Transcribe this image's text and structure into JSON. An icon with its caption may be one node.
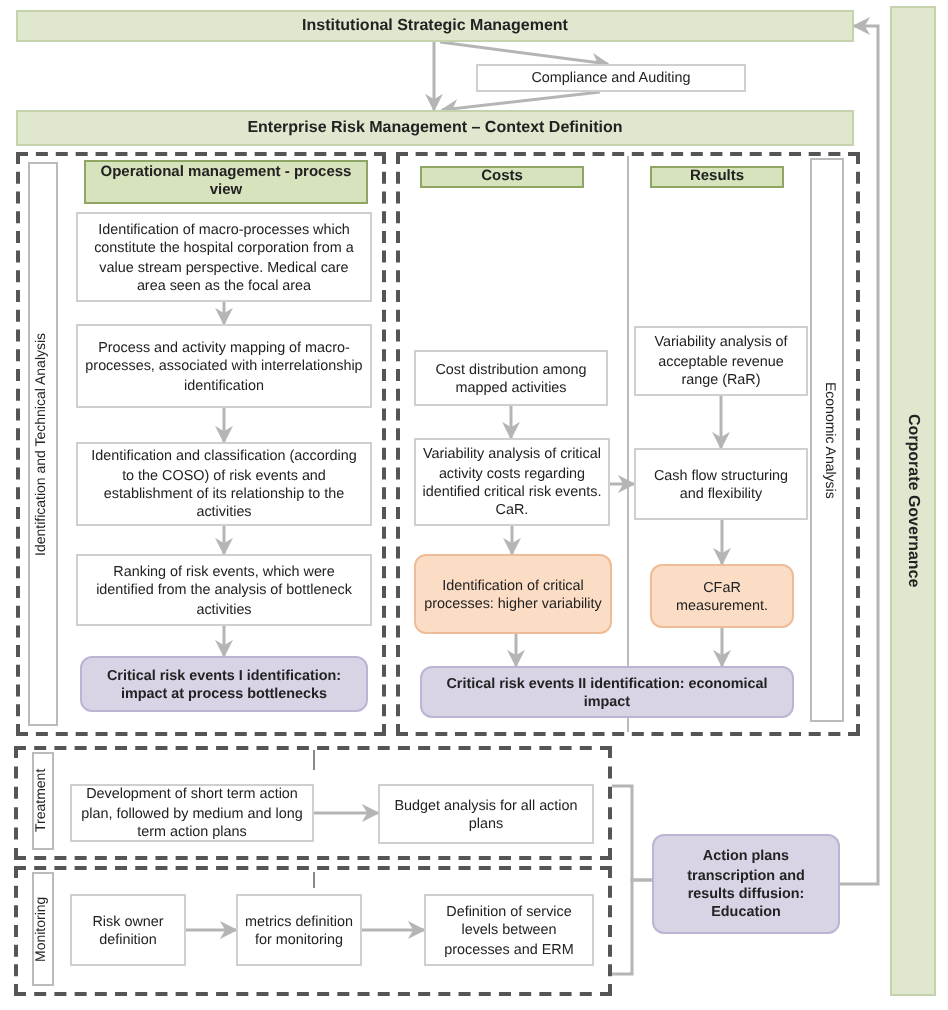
{
  "diagram": {
    "nodes": [
      {
        "text": [
          "Institutional Strategic Management"
        ]
      },
      {
        "text": [
          "Compliance and Auditing"
        ]
      },
      {
        "text": [
          "Enterprise Risk Management – Context Definition"
        ]
      },
      {
        "text": [
          "Corporate Governance"
        ]
      },
      {
        "text": [
          "Identification and Technical Analysis"
        ]
      },
      {
        "text": [
          "Operational management - process view"
        ],
        "in": 4
      },
      {
        "text": [
          "Identification of macro-processes which constitute the hospital corporation from a value stream perspective. Medical care area seen as the focal area"
        ],
        "in": 4
      },
      {
        "text": [
          "Process and activity mapping of macro-processes, associated with interrelationship identification"
        ],
        "in": 4
      },
      {
        "text": [
          "Identification and classification (according to the COSO) of risk events and establishment of its relationship to the activities"
        ],
        "in": 4
      },
      {
        "text": [
          "Ranking of risk events, which were identified from the analysis of bottleneck activities"
        ],
        "in": 4
      },
      {
        "text": [
          "Critical risk events I identification: impact at process bottlenecks"
        ],
        "in": 4
      },
      {
        "text": [
          "Economic Analysis"
        ]
      },
      {
        "text": [
          "Costs"
        ],
        "in": 11
      },
      {
        "text": [
          "Results"
        ],
        "in": 11
      },
      {
        "text": [
          "Cost distribution among mapped activities"
        ],
        "in": 11
      },
      {
        "text": [
          "Variability analysis of acceptable revenue range (RaR)"
        ],
        "in": 11
      },
      {
        "text": [
          "Variability analysis of critical activity costs regarding identified critical risk events. CaR."
        ],
        "in": 11
      },
      {
        "text": [
          "Cash flow structuring and flexibility"
        ],
        "in": 11
      },
      {
        "text": [
          "Identification of critical processes: higher variability"
        ],
        "in": 11
      },
      {
        "text": [
          "CFaR measurement."
        ],
        "in": 11
      },
      {
        "text": [
          "Critical risk events II identification: economical impact"
        ],
        "in": 11
      },
      {
        "text": [
          "Treatment"
        ]
      },
      {
        "text": [
          "Development of short term action plan, followed by medium and long term action plans"
        ],
        "in": 21
      },
      {
        "text": [
          "Budget analysis for all action plans"
        ],
        "in": 21
      },
      {
        "text": [
          "Monitoring"
        ]
      },
      {
        "text": [
          "Risk owner definition"
        ],
        "in": 24
      },
      {
        "text": [
          "metrics definition for monitoring"
        ],
        "in": 24
      },
      {
        "text": [
          "Definition of service levels between processes and ERM"
        ],
        "in": 24
      },
      {
        "text": [
          "Action plans transcription and results diffusion: Education"
        ]
      }
    ],
    "edges": [
      {
        "from": 0,
        "to": 1,
        "arrow": "to"
      },
      {
        "from": 0,
        "to": 2,
        "arrow": "to"
      },
      {
        "from": 1,
        "to": 2,
        "arrow": "to"
      },
      {
        "from": 6,
        "to": 7,
        "arrow": "to"
      },
      {
        "from": 7,
        "to": 8,
        "arrow": "to"
      },
      {
        "from": 8,
        "to": 9,
        "arrow": "to"
      },
      {
        "from": 9,
        "to": 10,
        "arrow": "to"
      },
      {
        "from": 14,
        "to": 16,
        "arrow": "to"
      },
      {
        "from": 16,
        "to": 17,
        "arrow": "to"
      },
      {
        "from": 15,
        "to": 17,
        "arrow": "to"
      },
      {
        "from": 17,
        "to": 19,
        "arrow": "to"
      },
      {
        "from": 16,
        "to": 18,
        "arrow": "to"
      },
      {
        "from": 18,
        "to": 20,
        "arrow": "to"
      },
      {
        "from": 19,
        "to": 20,
        "arrow": "to"
      },
      {
        "from": 22,
        "to": 23,
        "arrow": "to"
      },
      {
        "from": 25,
        "to": 26,
        "arrow": "to"
      },
      {
        "from": 26,
        "to": 27,
        "arrow": "to"
      },
      {
        "from": 28,
        "to": 0,
        "arrow": "to"
      },
      {
        "from": 21,
        "to": 28,
        "arrow": "none"
      },
      {
        "from": 24,
        "to": 28,
        "arrow": "none"
      }
    ]
  }
}
